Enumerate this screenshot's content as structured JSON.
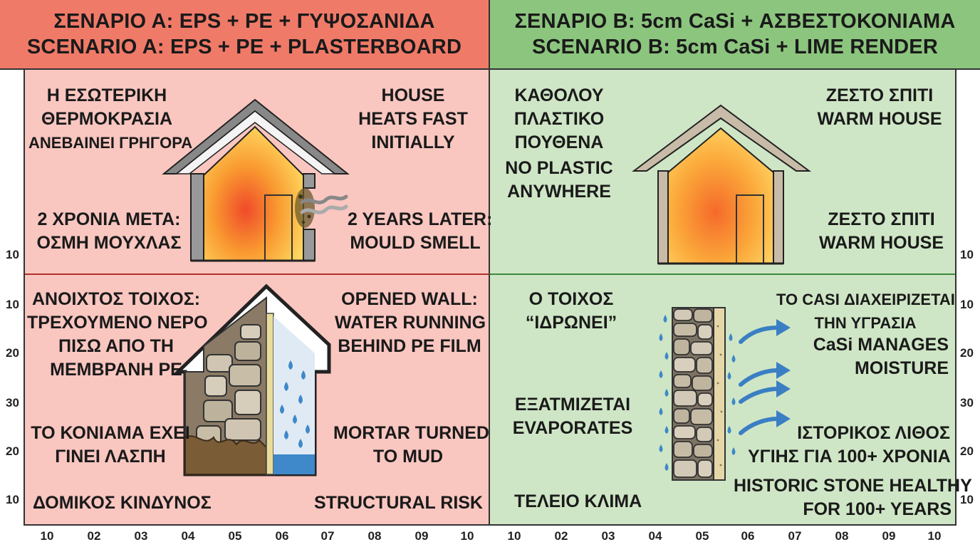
{
  "header": {
    "scenario_a_gr": "ΣΕΝΑΡΙΟ Α: EPS + PE + ΓΥΨΟΣΑΝΙΔΑ",
    "scenario_a_en": "SCENARIO A: EPS + PE + PLASTERBOARD",
    "scenario_b_gr": "ΣΕΝΑΡΙΟ Β: 5cm CaSi + ΑΣΒΕΣΤΟΚΟΝΙΑΜΑ",
    "scenario_b_en": "SCENARIO B: 5cm CaSi + LIME RENDER"
  },
  "panel_a_top": {
    "gr_title": [
      "Η ΕΣΩΤΕΡΙΚΗ",
      "ΘΕΡΜΟΚΡΑΣΙΑ",
      "ΑΝΕΒΑΙΝΕΙ ΓΡΗΓΟΡΑ"
    ],
    "en_title": [
      "HOUSE",
      "HEATS FAST",
      "INITIALLY"
    ],
    "gr_later": [
      "2 ΧΡΟΝΙΑ ΜΕΤΑ:",
      "ΟΣΜΗ ΜΟΥΧΛΑΣ"
    ],
    "en_later": [
      "2 YEARS LATER:",
      "MOULD SMELL"
    ]
  },
  "panel_a_bottom": {
    "gr_wall": [
      "ΑΝΟΙΧΤΟΣ ΤΟΙΧΟΣ:",
      "ΤΡΕΧΟΥΜΕΝΟ ΝΕΡΟ",
      "ΠΙΣΩ ΑΠΟ ΤΗ",
      "ΜΕΜΒΡΑΝΗ PE"
    ],
    "en_wall": [
      "OPENED WALL:",
      "WATER RUNNING",
      "BEHIND PE FILM"
    ],
    "gr_mortar": [
      "ΤΟ ΚΟΝΙΑΜΑ ΕΧΕΙ",
      "ΓΙΝΕΙ ΛΑΣΠΗ"
    ],
    "en_mortar": [
      "MORTAR TURNED",
      "TO MUD"
    ],
    "gr_risk": "ΔΟΜΙΚΟΣ ΚΙΝΔΥΝΟΣ",
    "en_risk": "STRUCTURAL RISK"
  },
  "panel_b_top": {
    "gr_plastic": [
      "ΚΑΘΟΛΟΥ",
      "ΠΛΑΣΤΙΚΟ",
      "ΠΟΥΘΕΝΑ"
    ],
    "en_plastic": [
      "NO PLASTIC",
      "ANYWHERE"
    ],
    "warm_1": [
      "ΖΕΣΤΟ ΣΠΙΤΙ",
      "WARM HOUSE"
    ],
    "warm_2": [
      "ΖΕΣΤΟ ΣΠΙΤΙ",
      "WARM HOUSE"
    ]
  },
  "panel_b_bottom": {
    "gr_breathes": [
      "Ο ΤΟΙΧΟΣ",
      "“ΙΔΡΩΝΕΙ”"
    ],
    "casi_gr": [
      "ΤΟ CASI ΔΙΑΧΕΙΡΙΖΕΤΑΙ",
      "ΤΗΝ ΥΓΡΑΣΙΑ"
    ],
    "casi_en": [
      "CaSi MANAGES",
      "MOISTURE"
    ],
    "evap": [
      "ΕΞΑΤΜΙΖΕΤΑΙ",
      "EVAPORATES"
    ],
    "stone_gr": [
      "ΙΣΤΟΡΙΚΟΣ ΛΙΘΟΣ",
      "ΥΓΙΗΣ ΓΙΑ 100+ ΧΡΟΝΙΑ"
    ],
    "stone_en": [
      "HISTORIC STONE HEALTHY",
      "FOR 100+ YEARS"
    ],
    "climate": "ΤΕΛΕΙΟ ΚΛΙΜΑ"
  },
  "axes": {
    "left": [
      "10",
      "10",
      "20",
      "30",
      "20",
      "10"
    ],
    "right": [
      "10",
      "10",
      "20",
      "30",
      "20",
      "10"
    ],
    "bottom": [
      "10",
      "02",
      "03",
      "04",
      "05",
      "06",
      "07",
      "08",
      "09",
      "10",
      "10",
      "02",
      "03",
      "04",
      "05",
      "06",
      "07",
      "08",
      "09",
      "10"
    ]
  },
  "colors": {
    "red_header": "#f07a68",
    "green_header": "#8cc57e",
    "red_panel": "#f9c6c0",
    "green_panel": "#cfe6c6",
    "water": "#3f88c9",
    "arrow": "#3a7fc4"
  },
  "icons": [
    "house-insulated-icon",
    "wall-section-icon",
    "house-warm-icon",
    "stone-wall-icon",
    "moisture-arrow-icon",
    "water-drop-icon",
    "smell-wave-icon"
  ]
}
